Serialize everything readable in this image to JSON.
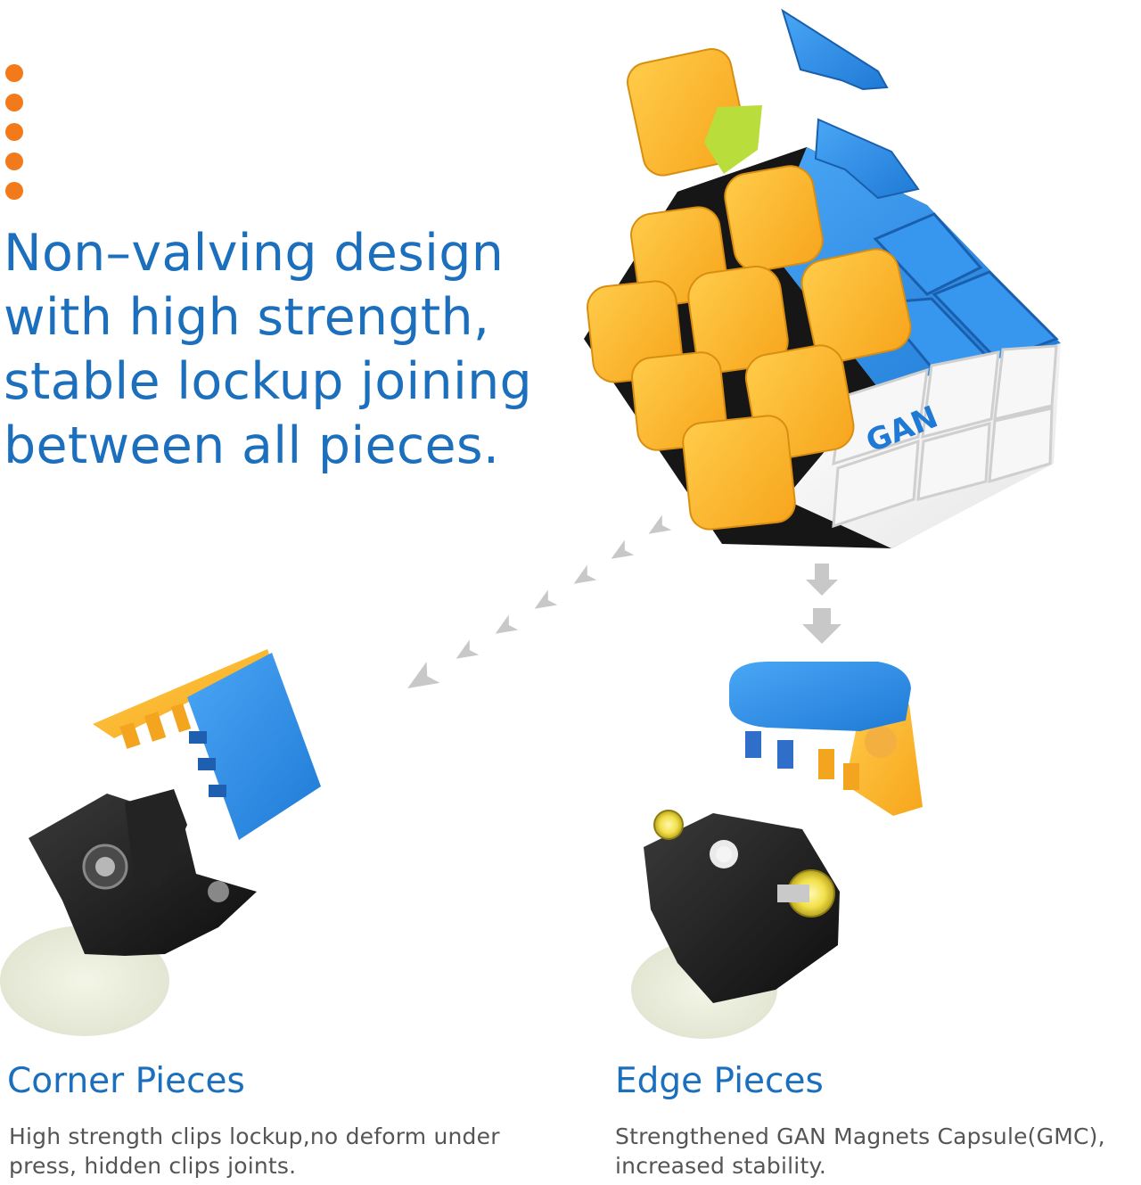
{
  "headline": {
    "lines": [
      "Non–valving design",
      "with high strength,",
      "stable lockup joining",
      "between all pieces."
    ]
  },
  "cube_logo": "GAN",
  "corner": {
    "title": "Corner Pieces",
    "lines": [
      "High strength clips lockup,no deform under",
      "press, hidden clips joints."
    ]
  },
  "edge": {
    "title": "Edge Pieces",
    "lines": [
      "Strengthened GAN Magnets Capsule(GMC),",
      "increased stability."
    ]
  },
  "icons": [
    "orange-dot-icon",
    "arrow-icon",
    "cube-icon"
  ],
  "colors": {
    "headline": "#1b6fbd",
    "caption_title": "#1b6fbd",
    "caption_text": "#555555",
    "accent_dots": "#f27a1a",
    "sticker_yellow": "#fbb830",
    "sticker_blue": "#2f8de6",
    "sticker_white": "#f4f4f4",
    "plastic_black": "#1c1c1c",
    "arrows": "#c8c8c8"
  }
}
